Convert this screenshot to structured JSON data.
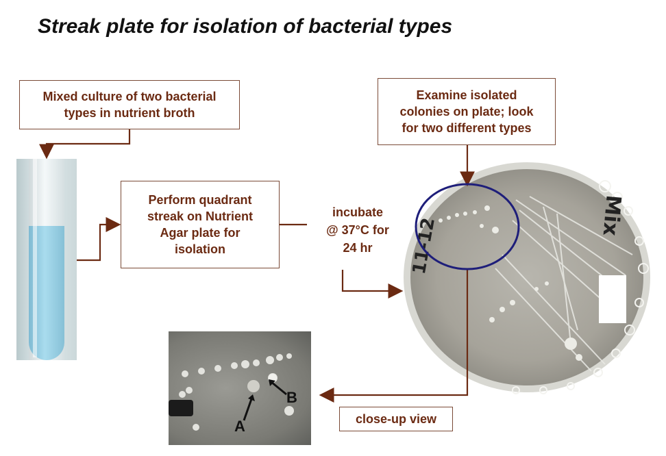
{
  "title": "Streak plate for isolation of bacterial types",
  "steps": {
    "mixed_culture": [
      "Mixed culture of two bacterial",
      "types in nutrient broth"
    ],
    "quadrant_streak": [
      "Perform quadrant",
      "streak on Nutrient",
      "Agar plate for",
      "isolation"
    ],
    "incubate": [
      "incubate",
      "@ 37°C for",
      "24 hr"
    ],
    "examine": [
      "Examine isolated",
      "colonies on plate; look",
      "for two different types"
    ],
    "close_up": "close-up view"
  },
  "closeup_labels": {
    "a": "A",
    "b": "B"
  },
  "plate_markings": {
    "left_text": "11-12",
    "right_text": "Mix"
  },
  "colors": {
    "arrow": "#6b2a12",
    "box_border": "#7a4a36",
    "text": "#6b2a12",
    "highlight_circle": "#1e1e7a",
    "broth": "#8fc7dc"
  }
}
